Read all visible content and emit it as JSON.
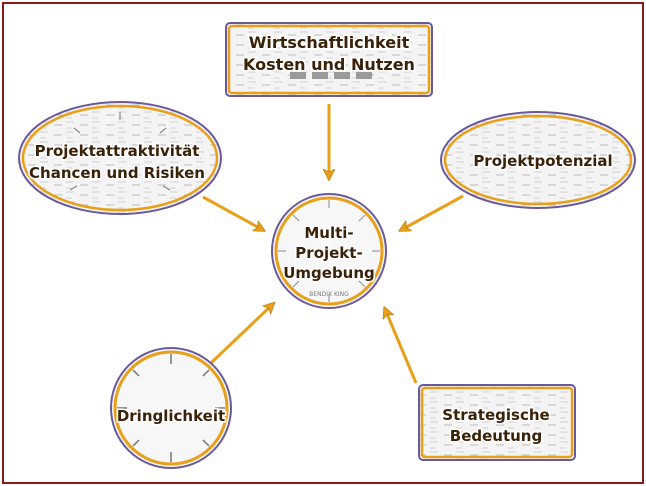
{
  "diagram": {
    "center": {
      "lines": [
        "Multi-",
        "Projekt-",
        "Umgebung"
      ],
      "dial_label": "BENDIX KING"
    },
    "nodes": [
      {
        "id": "wirtschaftlichkeit",
        "lines": [
          "Wirtschaftlichkeit",
          "Kosten und Nutzen"
        ]
      },
      {
        "id": "projektattraktivitaet",
        "lines": [
          "Projektattraktivität",
          "Chancen und Risiken"
        ]
      },
      {
        "id": "projektpotenzial",
        "lines": [
          "Projektpotenzial"
        ]
      },
      {
        "id": "dringlichkeit",
        "lines": [
          "Dringlichkeit"
        ]
      },
      {
        "id": "strategische-bedeutung",
        "lines": [
          "Strategische",
          "Bedeutung"
        ]
      }
    ],
    "colors": {
      "frame": "#8b1a1a",
      "arrow": "#e8a01a",
      "node_border_outer": "#6b5a9a",
      "node_border_inner": "#e8a01a",
      "text": "#3a2208"
    }
  }
}
